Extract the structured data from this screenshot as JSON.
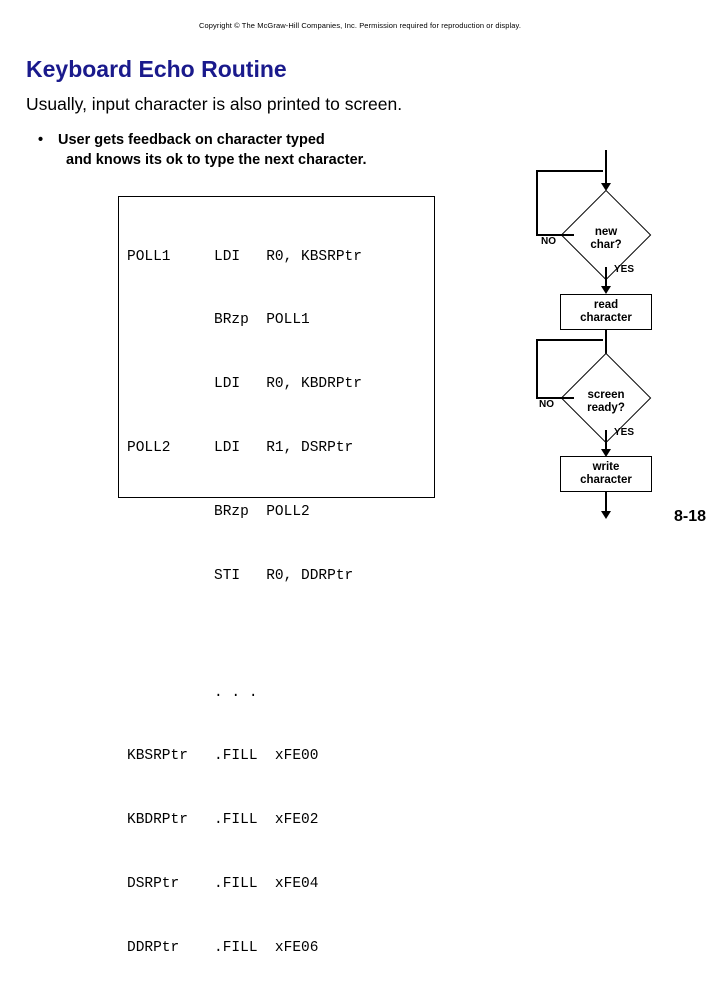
{
  "slide": {
    "copyright": "Copyright © The McGraw-Hill Companies, Inc. Permission required for reproduction or display.",
    "title": "Keyboard Echo Routine",
    "subtitle": "Usually, input character is also printed to screen.",
    "bullet_marker": "•",
    "bullet_line1": "User gets feedback on character typed",
    "bullet_line2": "and knows its ok to type the next character.",
    "page_number": "8-18"
  },
  "code": {
    "lines": [
      "POLL1     LDI   R0, KBSRPtr",
      "          BRzp  POLL1",
      "          LDI   R0, KBDRPtr",
      "POLL2     LDI   R1, DSRPtr",
      "          BRzp  POLL2",
      "          STI   R0, DDRPtr",
      "",
      "          . . .",
      "KBSRPtr   .FILL  xFE00",
      "KBDRPtr   .FILL  xFE02",
      "DSRPtr    .FILL  xFE04",
      "DDRPtr    .FILL  xFE06"
    ]
  },
  "flowchart": {
    "nodes": [
      {
        "id": "new-char-decision",
        "shape": "diamond",
        "line1": "new",
        "line2": "char?"
      },
      {
        "id": "read-character",
        "shape": "rect",
        "line1": "read",
        "line2": "character"
      },
      {
        "id": "screen-ready-decision",
        "shape": "diamond",
        "line1": "screen",
        "line2": "ready?"
      },
      {
        "id": "write-character",
        "shape": "rect",
        "line1": "write",
        "line2": "character"
      }
    ],
    "labels": {
      "no_1": "NO",
      "yes_1": "YES",
      "no_2": "NO",
      "yes_2": "YES"
    }
  }
}
